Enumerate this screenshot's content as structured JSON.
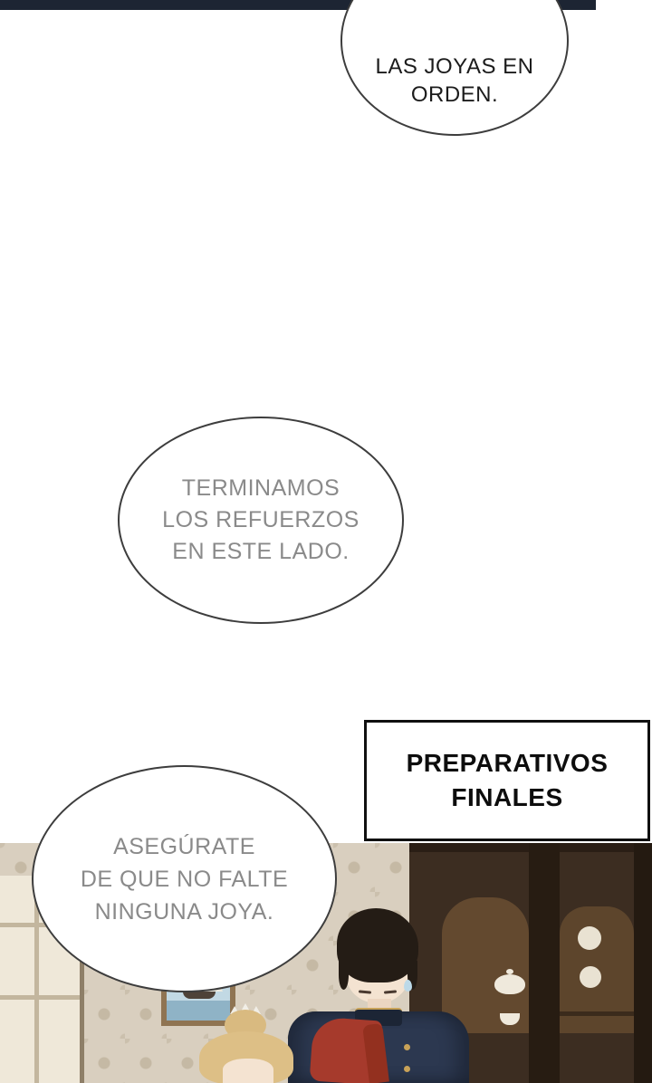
{
  "comic": {
    "bubble_top": {
      "lines": [
        "LAS JOYAS EN",
        "ORDEN."
      ]
    },
    "bubble_middle": {
      "lines": [
        "TERMINAMOS",
        "LOS REFUERZOS",
        "EN ESTE LADO."
      ]
    },
    "bubble_left": {
      "lines": [
        "ASEGÚRATE",
        "DE QUE NO FALTE",
        "NINGUNA JOYA."
      ]
    },
    "caption": {
      "lines": [
        "PREPARATIVOS",
        "FINALES"
      ]
    }
  },
  "colors": {
    "panel-edge": "#1d2533",
    "bubble-border": "#3d3d3d",
    "bubble-text-gray": "#8a8a8a",
    "bubble-text-dark": "#1c1c1c",
    "caption-border": "#101010",
    "wallpaper": "#d9cfbf",
    "window-frame": "#efe8d9",
    "cabinet-wood": "#3c2d21",
    "cabinet-interior": "#63492f",
    "uniform-navy": "#2c3850",
    "scarf-red": "#a63a2c",
    "hair-dark": "#241c15",
    "hair-blonde": "#d9ba80",
    "skin": "#f4e3d1",
    "gold": "#c8a258"
  }
}
